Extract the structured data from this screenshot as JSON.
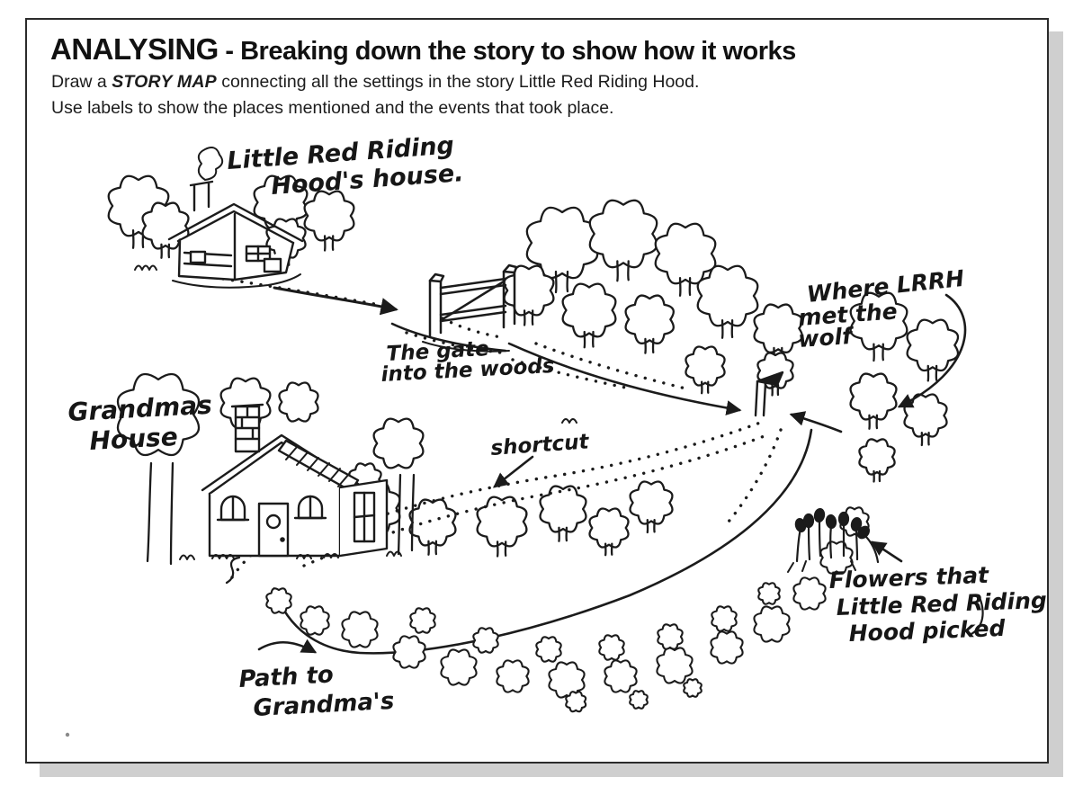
{
  "page": {
    "title_main": "ANALYSING",
    "title_rest": " - Breaking down the story to show how it works",
    "instruction_pre": "Draw a ",
    "instruction_bold": "STORY MAP",
    "instruction_post": " connecting all the settings in the story Little Red Riding Hood.",
    "instruction_line2": "Use labels to show the places mentioned and the events that took place."
  },
  "map_labels": {
    "lrrh_house": {
      "line1": "Little Red Riding",
      "line2": "Hood's house."
    },
    "gate": {
      "line1": "The gate",
      "line2": "into the woods"
    },
    "wolf": {
      "line1": "Where LRRH",
      "line2": "met the",
      "line3": "wolf"
    },
    "grandma_house": {
      "line1": "Grandmas",
      "line2": "House"
    },
    "shortcut": {
      "line1": "shortcut"
    },
    "flowers": {
      "line1": "Flowers that",
      "line2": "Little Red Riding",
      "line3": "Hood picked"
    },
    "path_to_grandma": {
      "line1": "Path to",
      "line2": "Grandma's"
    }
  },
  "drawings": [
    "little-red-riding-hood-house",
    "gate-into-woods",
    "forest-trees",
    "grandma-house",
    "meeting-signpost",
    "flower-patch",
    "main-path",
    "shortcut-path",
    "long-path-loop"
  ],
  "colors": {
    "ink": "#1b1b1b",
    "paper": "#ffffff",
    "shadow": "#cfcfcf",
    "frame": "#2b2b2b"
  }
}
